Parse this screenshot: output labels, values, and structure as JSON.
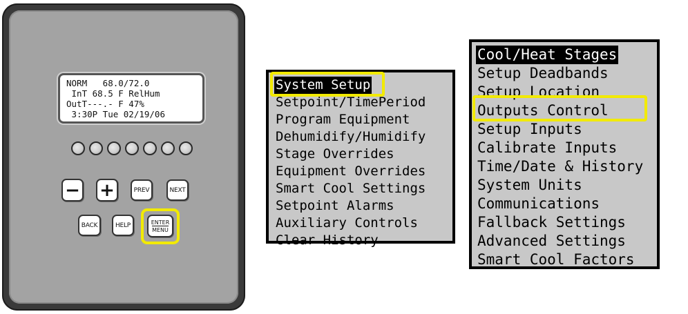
{
  "controller": {
    "lcd_lines": [
      "NORM   68.0/72.0",
      " InT 68.5 F RelHum",
      "OutT---.- F 47%",
      " 3:30P Tue 02/19/06"
    ],
    "keys": {
      "minus": "−",
      "plus": "+",
      "prev": "PREV",
      "next": "NEXT",
      "back": "BACK",
      "help": "HELP",
      "enter_top": "ENTER",
      "enter_bottom": "MENU"
    }
  },
  "main_menu": {
    "title": "System Setup",
    "items": [
      "Setpoint/TimePeriod",
      "Program Equipment",
      "Dehumidify/Humidify",
      "Stage Overrides",
      "Equipment Overrides",
      "Smart Cool Settings",
      "Setpoint Alarms",
      "Auxiliary Controls",
      "Clear History"
    ]
  },
  "system_setup_menu": {
    "title": "Cool/Heat Stages",
    "items": [
      "Setup Deadbands",
      "Setup Location",
      "Outputs Control",
      "Setup Inputs",
      "Calibrate Inputs",
      "Time/Date & History",
      "System Units",
      "Communications",
      "Fallback Settings",
      "Advanced Settings",
      "Smart Cool Factors"
    ]
  },
  "colors": {
    "highlight": "#f2ea00",
    "lcd_background": "#c8c8c8",
    "faceplate": "#a3a3a3"
  }
}
